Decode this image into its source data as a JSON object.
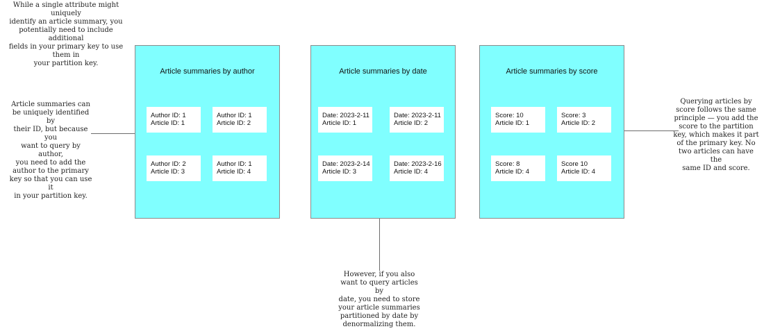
{
  "notes": {
    "top_left": "While a single attribute might uniquely\nidentify an article summary, you\npotentially need to include additional\nfields in your primary key to use them in\nyour partition key.",
    "left": "Article summaries can\nbe uniquely identified by\ntheir ID, but because you\nwant to query by author,\nyou need to add the\nauthor to the primary\nkey so that you can use it\nin your partition key.",
    "bottom": "However, if you also\nwant to query articles by\ndate, you need to store\nyour article summaries\npartitioned by date by\ndenormalizing them.",
    "right": "Querying articles by\nscore follows the same\nprinciple — you add the\nscore to the partition\nkey, which makes it part\nof the primary key. No\ntwo articles can have the\nsame ID and score."
  },
  "panels": [
    {
      "title": "Article summaries by author",
      "cards": [
        {
          "line1": "Author ID: 1",
          "line2": "Article ID: 1"
        },
        {
          "line1": "Author ID: 1",
          "line2": "Article ID: 2"
        },
        {
          "line1": "Author ID: 2",
          "line2": "Article ID: 3"
        },
        {
          "line1": "Author ID: 1",
          "line2": "Article ID: 4"
        }
      ]
    },
    {
      "title": "Article summaries by date",
      "cards": [
        {
          "line1": "Date: 2023-2-11",
          "line2": "Article ID: 1"
        },
        {
          "line1": "Date: 2023-2-11",
          "line2": "Article ID: 2"
        },
        {
          "line1": "Date: 2023-2-14",
          "line2": "Article ID: 3"
        },
        {
          "line1": "Date: 2023-2-16",
          "line2": "Article ID: 4"
        }
      ]
    },
    {
      "title": "Article summaries by score",
      "cards": [
        {
          "line1": "Score: 10",
          "line2": "Article ID: 1"
        },
        {
          "line1": "Score: 3",
          "line2": "Article ID: 2"
        },
        {
          "line1": "Score: 8",
          "line2": "Article ID: 4"
        },
        {
          "line1": "Score 10",
          "line2": "Article ID: 4"
        }
      ]
    }
  ]
}
